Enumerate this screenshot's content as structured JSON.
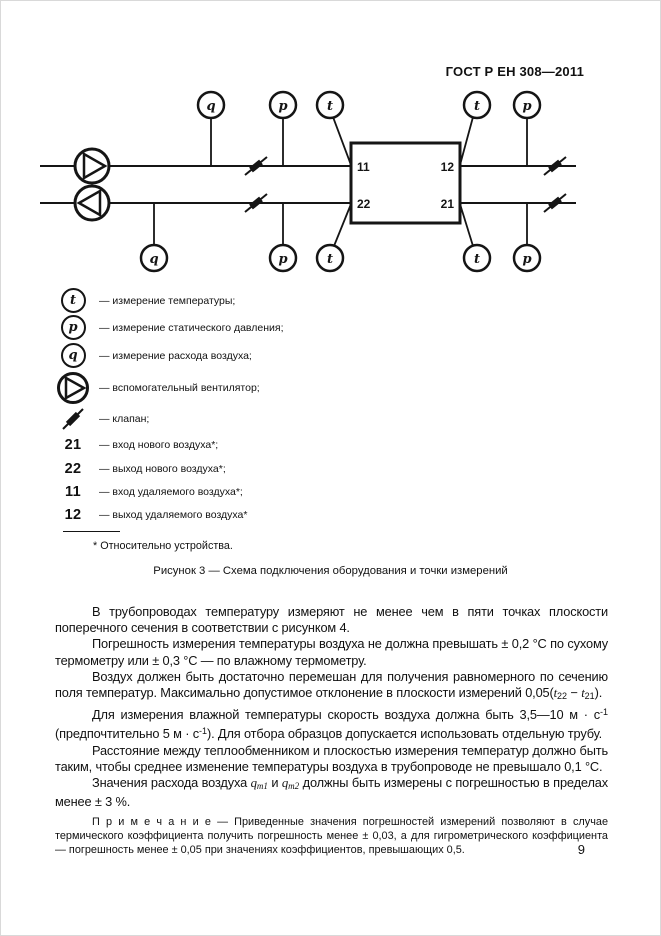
{
  "header": {
    "doc_code": "ГОСТ Р ЕН 308—2011"
  },
  "diagram": {
    "instrument_letters": {
      "t": "t",
      "p": "p",
      "q": "q"
    },
    "box_labels": {
      "top_left": "11",
      "top_right": "12",
      "bottom_left": "22",
      "bottom_right": "21"
    }
  },
  "legend": {
    "items": [
      {
        "symbol": "t",
        "text": "— измерение температуры;"
      },
      {
        "symbol": "p",
        "text": "— измерение статического давления;"
      },
      {
        "symbol": "q",
        "text": "— измерение расхода воздуха;"
      },
      {
        "symbol": "fan",
        "text": "— вспомогательный вентилятор;"
      },
      {
        "symbol": "valve",
        "text": "— клапан;"
      },
      {
        "symbol": "21",
        "text": "— вход нового воздуха*;"
      },
      {
        "symbol": "22",
        "text": "— выход нового воздуха*;"
      },
      {
        "symbol": "11",
        "text": "— вход удаляемого воздуха*;"
      },
      {
        "symbol": "12",
        "text": "— выход удаляемого воздуха*"
      }
    ]
  },
  "footnote": "*  Относительно устройства.",
  "caption": "Рисунок 3 — Схема подключения оборудования и точки измерений",
  "body": {
    "p1": "В трубопроводах температуру измеряют не менее чем в пяти точках плоскости поперечного сечения в соответствии с рисунком 4.",
    "p2": "Погрешность измерения температуры воздуха не должна превышать ± 0,2 °С по сухому термометру или ± 0,3 °С — по влажному термометру.",
    "p3": {
      "parts": [
        "Воздух должен быть достаточно перемешан для получения равномерного по сечению поля температур. Максимально допустимое отклонение в плоскости измерений 0,05(",
        "t",
        "22",
        " − ",
        "t",
        "21",
        ")."
      ]
    },
    "p4": {
      "parts": [
        "Для измерения влажной температуры скорость воздуха должна быть 3,5—10 м · с",
        "-1",
        " (предпочтительно 5 м · с",
        "-1",
        "). Для отбора образцов допускается использовать отдельную трубу."
      ]
    },
    "p5": "Расстояние между теплообменником и плоскостью измерения температур должно быть таким, чтобы среднее изменение температуры воздуха в трубопроводе не превышало 0,1 °С.",
    "p6": {
      "parts": [
        "Значения расхода воздуха ",
        "q",
        "m1",
        " и ",
        "q",
        "m2",
        " должны быть измерены с погрешностью в пределах менее ± 3 %."
      ]
    },
    "note": "П р и м е ч а н и е — Приведенные значения погрешностей измерений позволяют в случае термического коэффициента получить погрешность менее ± 0,03, а для гигрометрического коэффициента — погрешность менее ± 0,05 при значениях коэффициентов, превышающих 0,5."
  },
  "page_number": "9"
}
